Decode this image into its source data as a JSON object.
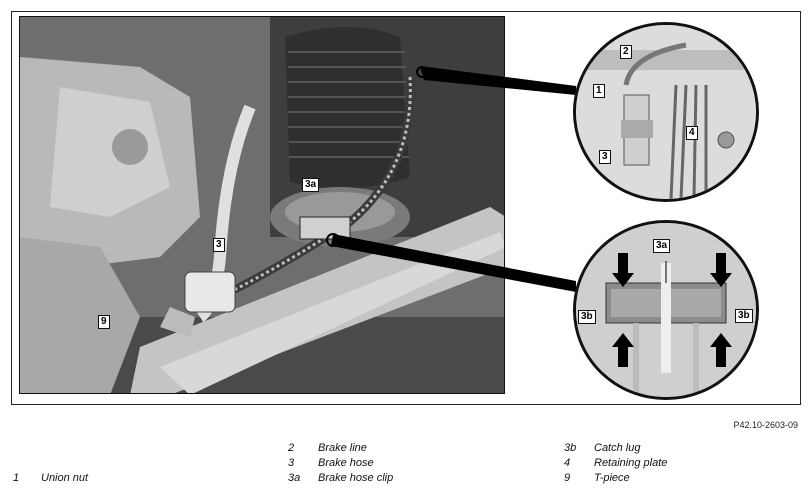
{
  "figure_id": "P42.10-2603-09",
  "callouts": {
    "photo_3a": "3a",
    "photo_3": "3",
    "photo_9": "9",
    "top_2": "2",
    "top_1": "1",
    "top_4": "4",
    "top_3": "3",
    "bottom_3a": "3a",
    "bottom_3b_left": "3b",
    "bottom_3b_right": "3b"
  },
  "legend": {
    "col1": [
      {
        "num": "1",
        "text": "Union nut"
      }
    ],
    "col2": [
      {
        "num": "2",
        "text": "Brake line"
      },
      {
        "num": "3",
        "text": "Brake hose"
      },
      {
        "num": "3a",
        "text": "Brake hose clip"
      }
    ],
    "col3": [
      {
        "num": "3b",
        "text": "Catch lug"
      },
      {
        "num": "4",
        "text": "Retaining plate"
      },
      {
        "num": "9",
        "text": "T-piece"
      }
    ]
  }
}
